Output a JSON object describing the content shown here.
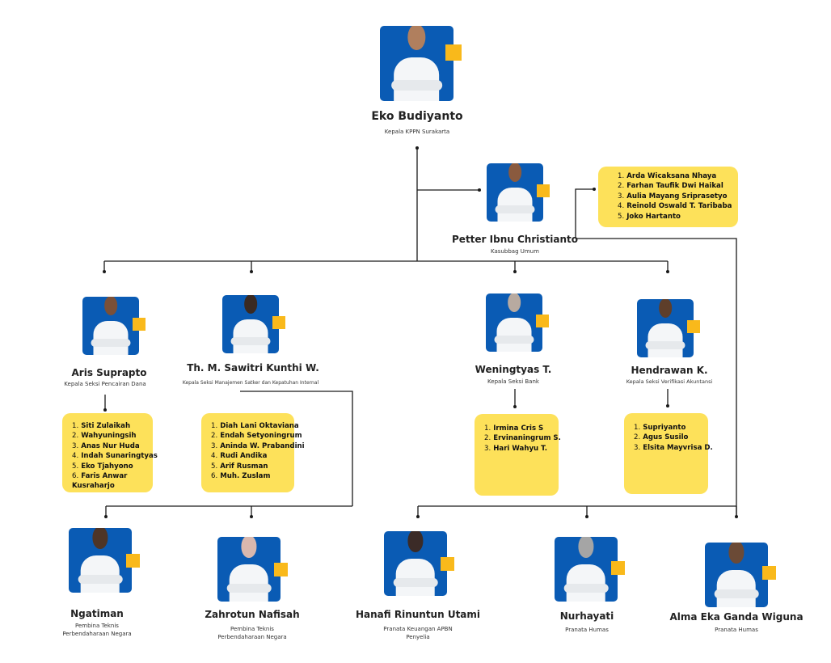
{
  "colors": {
    "photo_background": "#0a5bb4",
    "accent_square": "#f9b91b",
    "staff_box": "#fde15a",
    "connector": "#1a1a1a"
  },
  "head": {
    "name": "Eko Budiyanto",
    "role": "Kepala KPPN Surakarta"
  },
  "subhead": {
    "name": "Petter Ibnu Christianto",
    "role": "Kasubbag Umum",
    "staff": [
      "Arda Wicaksana Nhaya",
      "Farhan Taufik Dwi Haikal",
      "Aulia Mayang Sriprasetyo",
      "Reinold Oswald T. Taribaba",
      "Joko Hartanto"
    ]
  },
  "sections": [
    {
      "name": "Aris Suprapto",
      "role": "Kepala Seksi Pencairan Dana",
      "staff": [
        "Siti Zulaikah",
        "Wahyuningsih",
        "Anas Nur Huda",
        "Indah Sunaringtyas",
        "Eko Tjahyono",
        "Faris Anwar Kusraharjo"
      ]
    },
    {
      "name": "Th. M. Sawitri Kunthi W.",
      "role": "Kepala Seksi Manajemen Satker dan Kepatuhan Internal",
      "staff": [
        "Diah Lani Oktaviana",
        "Endah Setyoningrum",
        "Aninda W. Prabandini",
        "Rudi Andika",
        "Arif Rusman",
        "Muh. Zuslam"
      ]
    },
    {
      "name": "Weningtyas T.",
      "role": "Kepala Seksi Bank",
      "staff": [
        "Irmina Cris S",
        "Ervinaningrum S.",
        "Hari Wahyu T."
      ]
    },
    {
      "name": "Hendrawan K.",
      "role": "Kepala Seksi Verifikasi Akuntansi",
      "staff": [
        "Supriyanto",
        "Agus Susilo",
        "Elsita Mayvrisa D."
      ]
    }
  ],
  "functional": [
    {
      "name": "Ngatiman",
      "role_lines": [
        "Pembina Teknis",
        "Perbendaharaan Negara"
      ]
    },
    {
      "name": "Zahrotun Nafisah",
      "role_lines": [
        "Pembina Teknis",
        "Perbendaharaan Negara"
      ]
    },
    {
      "name": "Hanafi Rinuntun Utami",
      "role_lines": [
        "Pranata Keuangan APBN",
        "Penyelia"
      ]
    },
    {
      "name": "Nurhayati",
      "role_lines": [
        "Pranata Humas"
      ]
    },
    {
      "name": "Alma Eka Ganda Wiguna",
      "role_lines": [
        "Pranata Humas"
      ]
    }
  ]
}
